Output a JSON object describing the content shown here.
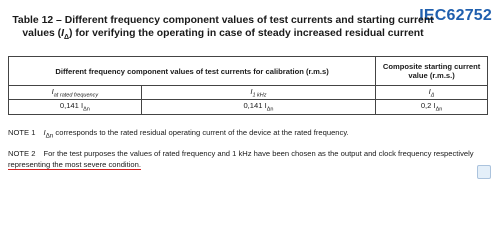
{
  "brand": "IEC62752",
  "title": {
    "line1": "Table 12 – Different frequency component values of test currents and starting current",
    "line2_pre": "values (",
    "line2_sym": "I",
    "line2_sub": "Δ",
    "line2_post": ") for verifying the operating in case of steady increased residual current"
  },
  "table": {
    "header_left": "Different frequency component values of test currents for calibration (r.m.s)",
    "header_right": "Composite starting current value (r.m.s.)",
    "row_sym": [
      {
        "sym": "I",
        "sub": "at rated frequency"
      },
      {
        "sym": "I",
        "sub": "1 kHz"
      },
      {
        "sym": "I",
        "sub": "Δ"
      }
    ],
    "row_val": [
      {
        "val": "0,141 I",
        "sub": "Δn"
      },
      {
        "val": "0,141 I",
        "sub": "Δn"
      },
      {
        "val": "0,2 I",
        "sub": "Δn"
      }
    ]
  },
  "notes": {
    "note1_label": "NOTE 1",
    "note1_pre": "I",
    "note1_sub": "Δn",
    "note1_text": " corresponds to the rated residual operating current of the device at the rated frequency.",
    "note2_label": "NOTE 2",
    "note2_text": "For the test purposes the values of rated frequency and 1 kHz have been chosen as the output and clock frequency respectively",
    "note2_underlined": "representing the most severe condition."
  }
}
